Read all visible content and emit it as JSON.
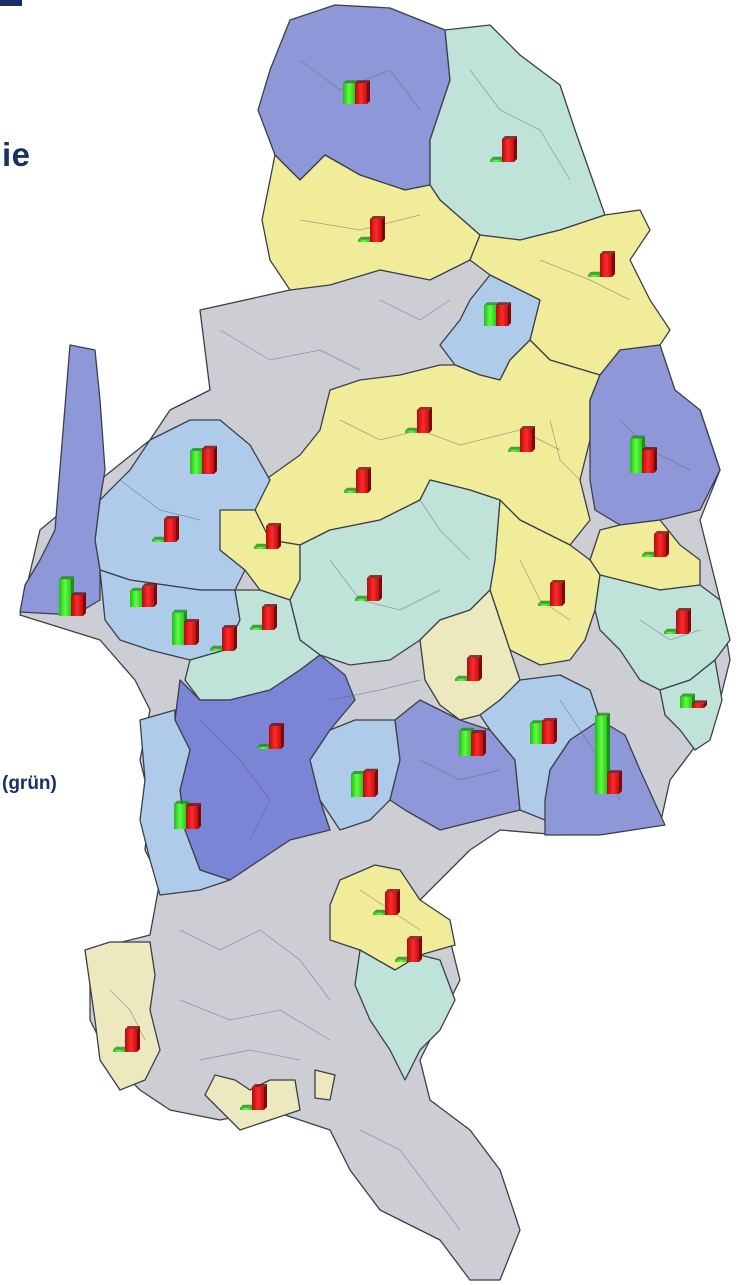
{
  "header": {
    "title_fragment": "ie",
    "legend_fragment": "(grün)"
  },
  "colors": {
    "dark_blue": "#8e98d8",
    "mid_blue": "#7a85d6",
    "light_blue": "#aecbea",
    "teal": "#bfe3d8",
    "yellow": "#f0ec9a",
    "pale_yellow": "#ece9bf",
    "gray": "#cdced4",
    "bar_green": "#3fd92a",
    "bar_red": "#e01818",
    "text_navy": "#1a2f63"
  },
  "bars": [
    {
      "id": "nw-top",
      "green": 0.45,
      "red": 0.45
    },
    {
      "id": "ne-top",
      "green": 0.05,
      "red": 0.5
    },
    {
      "id": "north-yellow",
      "green": 0.05,
      "red": 0.5
    },
    {
      "id": "ne-yellow",
      "green": 0.05,
      "red": 0.5
    },
    {
      "id": "center-blue",
      "green": 0.45,
      "red": 0.45
    },
    {
      "id": "c-yellow-top",
      "green": 0.05,
      "red": 0.5
    },
    {
      "id": "wolfsburg",
      "green": 0.05,
      "red": 0.5
    },
    {
      "id": "e-blue",
      "green": 0.75,
      "red": 0.5
    },
    {
      "id": "w-blue-top",
      "green": 0.5,
      "red": 0.55
    },
    {
      "id": "c-yellow-mid",
      "green": 0.05,
      "red": 0.5
    },
    {
      "id": "w-blue-mid",
      "green": 0.05,
      "red": 0.5
    },
    {
      "id": "c-yellow-sw",
      "green": 0.05,
      "red": 0.5
    },
    {
      "id": "e-yellow",
      "green": 0.05,
      "red": 0.5
    },
    {
      "id": "far-w",
      "green": 0.8,
      "red": 0.45
    },
    {
      "id": "w-blue-low",
      "green": 0.35,
      "red": 0.45
    },
    {
      "id": "w-blue-low2",
      "green": 0.7,
      "red": 0.5
    },
    {
      "id": "c-teal",
      "green": 0.05,
      "red": 0.5
    },
    {
      "id": "braunschweig",
      "green": 0.05,
      "red": 0.5
    },
    {
      "id": "se-yellow",
      "green": 0.05,
      "red": 0.5
    },
    {
      "id": "e-teal",
      "green": 0.05,
      "red": 0.5
    },
    {
      "id": "w-teal-low",
      "green": 0.05,
      "red": 0.5
    },
    {
      "id": "c-paleyellow",
      "green": 0.05,
      "red": 0.5
    },
    {
      "id": "e-teal-small",
      "green": 0.25,
      "red": 0.1
    },
    {
      "id": "salzgitter",
      "green": 0.05,
      "red": 0.5
    },
    {
      "id": "s-blue-1",
      "green": 0.5,
      "red": 0.55
    },
    {
      "id": "s-blue-2",
      "green": 0.55,
      "red": 0.5
    },
    {
      "id": "s-blue-3",
      "green": 0.45,
      "red": 0.5
    },
    {
      "id": "se-blue",
      "green": 1.7,
      "red": 0.45
    },
    {
      "id": "sw-blue",
      "green": 0.55,
      "red": 0.5
    },
    {
      "id": "s-yellow",
      "green": 0.05,
      "red": 0.5
    },
    {
      "id": "s-teal",
      "green": 0.05,
      "red": 0.5
    },
    {
      "id": "sw-paleyellow",
      "green": 0.05,
      "red": 0.5
    },
    {
      "id": "s-paleyellow",
      "green": 0.05,
      "red": 0.5
    }
  ]
}
